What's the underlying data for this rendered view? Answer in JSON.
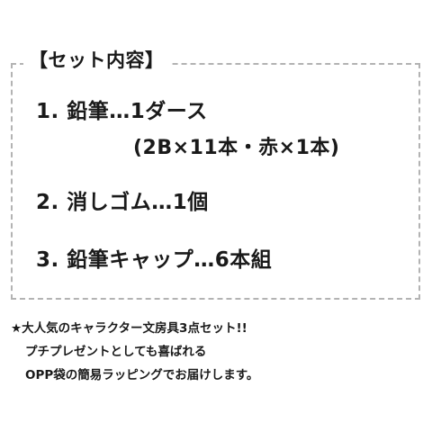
{
  "set_contents": {
    "title": "【セット内容】",
    "items": [
      "1. 鉛筆…1ダース",
      "(2B×11本・赤×1本)",
      "2. 消しゴム…1個",
      "3. 鉛筆キャップ…6本組"
    ]
  },
  "notes": [
    "★大人気のキャラクター文房具3点セット!!",
    "プチプレゼントとしても喜ばれる",
    "OPP袋の簡易ラッピングでお届けします。"
  ]
}
